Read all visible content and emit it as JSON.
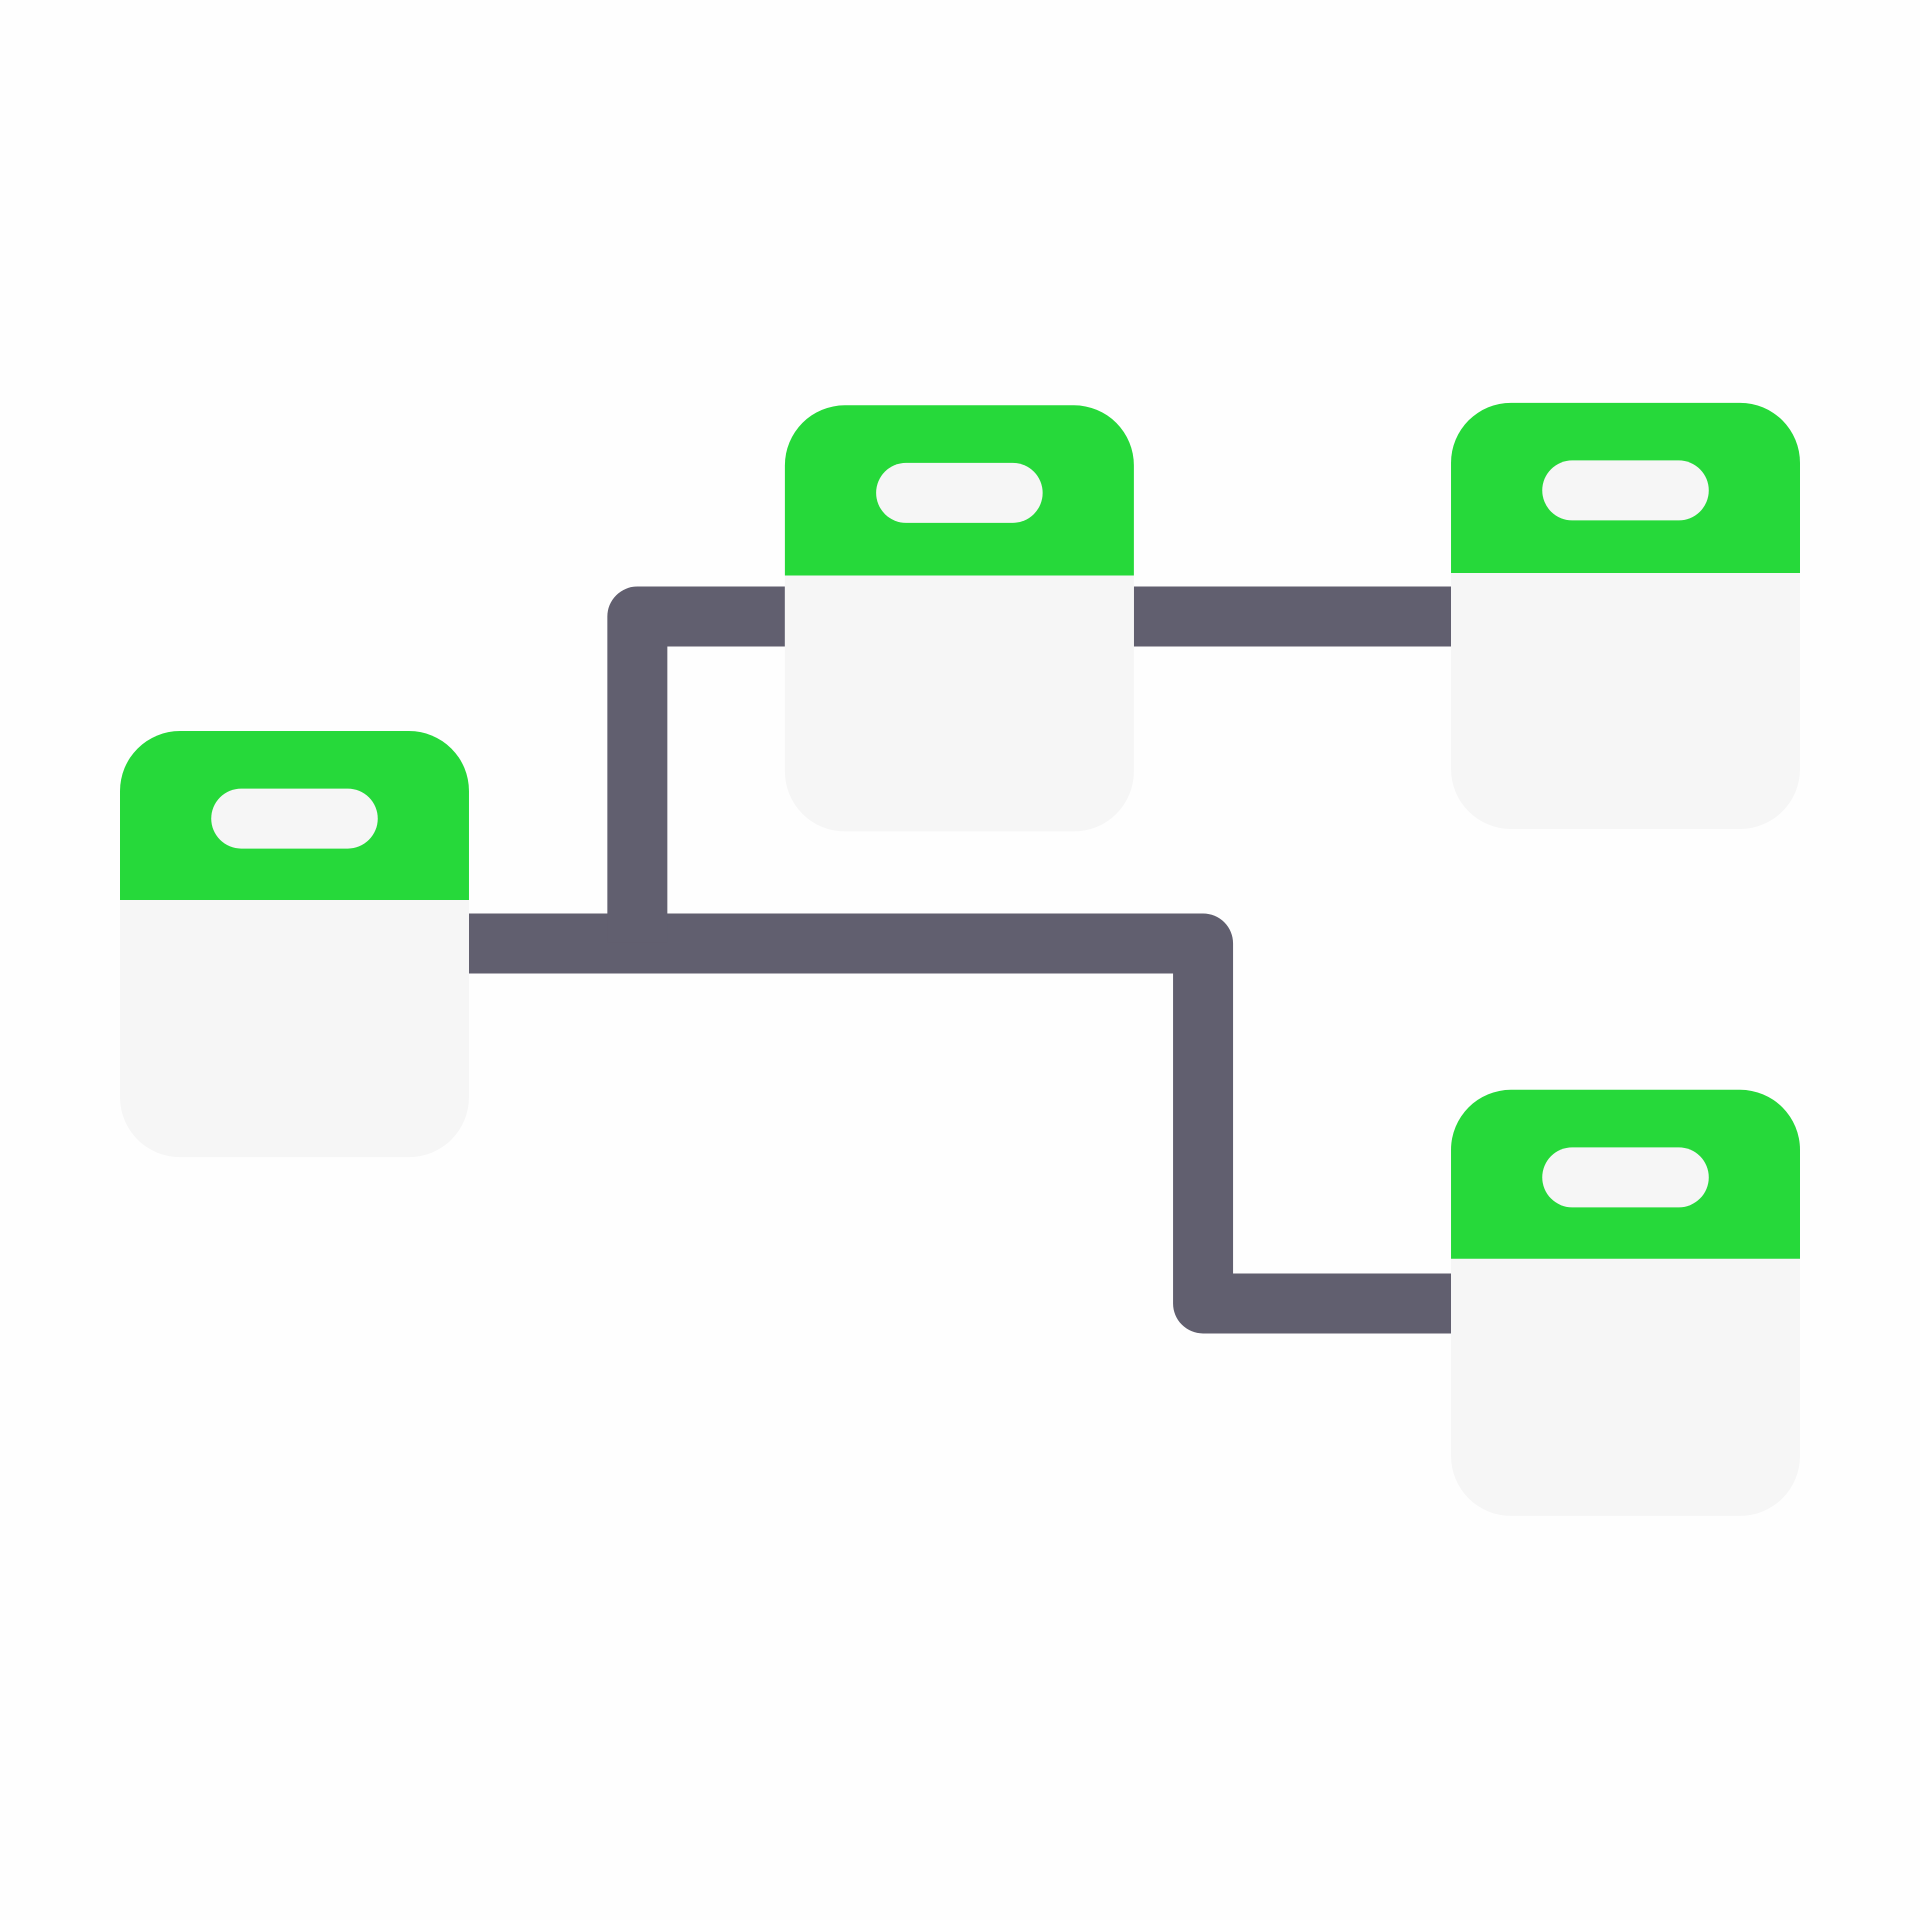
{
  "diagram": {
    "type": "tree-connector-icon",
    "colors": {
      "background": "#fefefe",
      "header": "#26d93a",
      "body": "#f6f6f6",
      "pill": "#f6f6f6",
      "connector": "#615f6f"
    },
    "nodes": [
      {
        "id": "root"
      },
      {
        "id": "child-top-middle"
      },
      {
        "id": "child-top-right"
      },
      {
        "id": "child-bottom-right"
      }
    ],
    "edges": [
      {
        "from": "root",
        "to": "child-top-middle"
      },
      {
        "from": "child-top-middle",
        "to": "child-top-right"
      },
      {
        "from": "root",
        "to": "child-bottom-right"
      }
    ]
  }
}
